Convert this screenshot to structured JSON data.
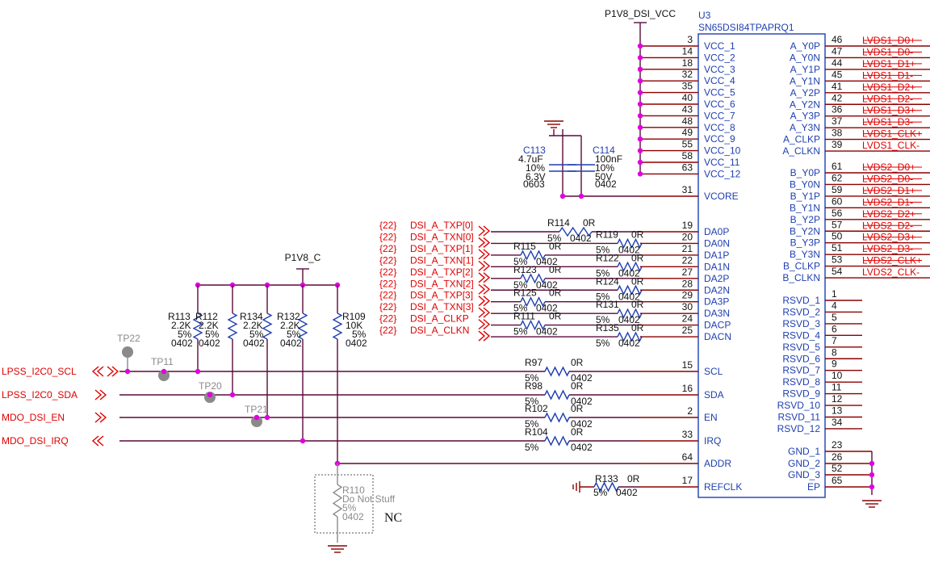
{
  "colors": {
    "wire": "#5a0a3a",
    "pin": "#8b0000",
    "net": "#e00000",
    "part": "#1f3fb0",
    "junction": "#e000e0",
    "gray": "#8a8a8a"
  },
  "rails": {
    "top": "P1V8_DSI_VCC",
    "left": "P1V8_C"
  },
  "ic": {
    "ref": "U3",
    "part": "SN65DSI84TPAPRQ1",
    "left_pins": [
      {
        "num": "3",
        "name": "VCC_1"
      },
      {
        "num": "14",
        "name": "VCC_2"
      },
      {
        "num": "18",
        "name": "VCC_3"
      },
      {
        "num": "32",
        "name": "VCC_4"
      },
      {
        "num": "35",
        "name": "VCC_5"
      },
      {
        "num": "40",
        "name": "VCC_6"
      },
      {
        "num": "43",
        "name": "VCC_7"
      },
      {
        "num": "48",
        "name": "VCC_8"
      },
      {
        "num": "49",
        "name": "VCC_9"
      },
      {
        "num": "55",
        "name": "VCC_10"
      },
      {
        "num": "58",
        "name": "VCC_11"
      },
      {
        "num": "63",
        "name": "VCC_12"
      },
      {
        "num": "31",
        "name": "VCORE"
      },
      {
        "num": "19",
        "name": "DA0P"
      },
      {
        "num": "20",
        "name": "DA0N"
      },
      {
        "num": "21",
        "name": "DA1P"
      },
      {
        "num": "22",
        "name": "DA1N"
      },
      {
        "num": "27",
        "name": "DA2P"
      },
      {
        "num": "28",
        "name": "DA2N"
      },
      {
        "num": "29",
        "name": "DA3P"
      },
      {
        "num": "30",
        "name": "DA3N"
      },
      {
        "num": "24",
        "name": "DACP"
      },
      {
        "num": "25",
        "name": "DACN"
      },
      {
        "num": "15",
        "name": "SCL"
      },
      {
        "num": "16",
        "name": "SDA"
      },
      {
        "num": "2",
        "name": "EN"
      },
      {
        "num": "33",
        "name": "IRQ"
      },
      {
        "num": "64",
        "name": "ADDR"
      },
      {
        "num": "17",
        "name": "REFCLK"
      }
    ],
    "right_pins": [
      {
        "num": "46",
        "name": "A_Y0P",
        "net": "LVDS1_D0+"
      },
      {
        "num": "47",
        "name": "A_Y0N",
        "net": "LVDS1_D0-"
      },
      {
        "num": "44",
        "name": "A_Y1P",
        "net": "LVDS1_D1+"
      },
      {
        "num": "45",
        "name": "A_Y1N",
        "net": "LVDS1_D1-"
      },
      {
        "num": "41",
        "name": "A_Y2P",
        "net": "LVDS1_D2+"
      },
      {
        "num": "42",
        "name": "A_Y2N",
        "net": "LVDS1_D2-"
      },
      {
        "num": "36",
        "name": "A_Y3P",
        "net": "LVDS1_D3+"
      },
      {
        "num": "37",
        "name": "A_Y3N",
        "net": "LVDS1_D3-"
      },
      {
        "num": "38",
        "name": "A_CLKP",
        "net": "LVDS1_CLK+"
      },
      {
        "num": "39",
        "name": "A_CLKN",
        "net": "LVDS1_CLK-"
      },
      {
        "num": "61",
        "name": "B_Y0P",
        "net": "LVDS2_D0+"
      },
      {
        "num": "62",
        "name": "B_Y0N",
        "net": "LVDS2_D0-"
      },
      {
        "num": "59",
        "name": "B_Y1P",
        "net": "LVDS2_D1+"
      },
      {
        "num": "60",
        "name": "B_Y1N",
        "net": "LVDS2_D1-"
      },
      {
        "num": "56",
        "name": "B_Y2P",
        "net": "LVDS2_D2+"
      },
      {
        "num": "57",
        "name": "B_Y2N",
        "net": "LVDS2_D2-"
      },
      {
        "num": "50",
        "name": "B_Y3P",
        "net": "LVDS2_D3+"
      },
      {
        "num": "51",
        "name": "B_Y3N",
        "net": "LVDS2_D3-"
      },
      {
        "num": "53",
        "name": "B_CLKP",
        "net": "LVDS2_CLK+"
      },
      {
        "num": "54",
        "name": "B_CLKN",
        "net": "LVDS2_CLK-"
      },
      {
        "num": "1",
        "name": "RSVD_1"
      },
      {
        "num": "4",
        "name": "RSVD_2"
      },
      {
        "num": "5",
        "name": "RSVD_3"
      },
      {
        "num": "6",
        "name": "RSVD_4"
      },
      {
        "num": "7",
        "name": "RSVD_5"
      },
      {
        "num": "8",
        "name": "RSVD_6"
      },
      {
        "num": "9",
        "name": "RSVD_7"
      },
      {
        "num": "10",
        "name": "RSVD_8"
      },
      {
        "num": "11",
        "name": "RSVD_9"
      },
      {
        "num": "12",
        "name": "RSVD_10"
      },
      {
        "num": "13",
        "name": "RSVD_11"
      },
      {
        "num": "34",
        "name": "RSVD_12"
      },
      {
        "num": "23",
        "name": "GND_1"
      },
      {
        "num": "26",
        "name": "GND_2"
      },
      {
        "num": "52",
        "name": "GND_3"
      },
      {
        "num": "65",
        "name": "EP"
      }
    ]
  },
  "caps": [
    {
      "ref": "C113",
      "value": "4.7uF",
      "tol": "10%",
      "volt": "6.3V",
      "pkg": "0603"
    },
    {
      "ref": "C114",
      "value": "100nF",
      "tol": "10%",
      "volt": "50V",
      "pkg": "0402"
    }
  ],
  "dsi": [
    {
      "sheet": "{22}",
      "net": "DSI_A_TXP[0]",
      "r": "R114",
      "v": "0R",
      "t": "5%",
      "p": "0402"
    },
    {
      "sheet": "{22}",
      "net": "DSI_A_TXN[0]",
      "r": "R119",
      "v": "0R",
      "t": "5%",
      "p": "0402"
    },
    {
      "sheet": "{22}",
      "net": "DSI_A_TXP[1]",
      "r": "R115",
      "v": "0R",
      "t": "5%",
      "p": "0402"
    },
    {
      "sheet": "{22}",
      "net": "DSI_A_TXN[1]",
      "r": "R122",
      "v": "0R",
      "t": "5%",
      "p": "0402"
    },
    {
      "sheet": "{22}",
      "net": "DSI_A_TXP[2]",
      "r": "R123",
      "v": "0R",
      "t": "5%",
      "p": "0402"
    },
    {
      "sheet": "{22}",
      "net": "DSI_A_TXN[2]",
      "r": "R124",
      "v": "0R",
      "t": "5%",
      "p": "0402"
    },
    {
      "sheet": "{22}",
      "net": "DSI_A_TXP[3]",
      "r": "R125",
      "v": "0R",
      "t": "5%",
      "p": "0402"
    },
    {
      "sheet": "{22}",
      "net": "DSI_A_TXN[3]",
      "r": "R131",
      "v": "0R",
      "t": "5%",
      "p": "0402"
    },
    {
      "sheet": "{22}",
      "net": "DSI_A_CLKP",
      "r": "R111",
      "v": "0R",
      "t": "5%",
      "p": "0402"
    },
    {
      "sheet": "{22}",
      "net": "DSI_A_CLKN",
      "r": "R135",
      "v": "0R",
      "t": "5%",
      "p": "0402"
    }
  ],
  "ctrl": [
    {
      "net": "LPSS_I2C0_SCL",
      "r": "R97",
      "v": "0R",
      "t": "5%",
      "p": "0402"
    },
    {
      "net": "LPSS_I2C0_SDA",
      "r": "R98",
      "v": "0R",
      "t": "5%",
      "p": "0402"
    },
    {
      "net": "MDO_DSI_EN",
      "r": "R102",
      "v": "0R",
      "t": "5%",
      "p": "0402"
    },
    {
      "net": "MDO_DSI_IRQ",
      "r": "R104",
      "v": "0R",
      "t": "5%",
      "p": "0402"
    }
  ],
  "pullups": [
    {
      "ref": "R113",
      "v": "2.2K",
      "t": "5%",
      "p": "0402"
    },
    {
      "ref": "R112",
      "v": "2.2K",
      "t": "5%",
      "p": "0402"
    },
    {
      "ref": "R134",
      "v": "2.2K",
      "t": "5%",
      "p": "0402"
    },
    {
      "ref": "R132",
      "v": "2.2K",
      "t": "5%",
      "p": "0402"
    },
    {
      "ref": "R109",
      "v": "10K",
      "t": "5%",
      "p": "0402"
    }
  ],
  "testpoints": [
    "TP22",
    "TP11",
    "TP20",
    "TP21"
  ],
  "r110": {
    "ref": "R110",
    "note": "Do Not Stuff",
    "t": "5%",
    "p": "0402",
    "nc": "NC"
  },
  "r133": {
    "ref": "R133",
    "v": "0R",
    "t": "5%",
    "p": "0402"
  }
}
